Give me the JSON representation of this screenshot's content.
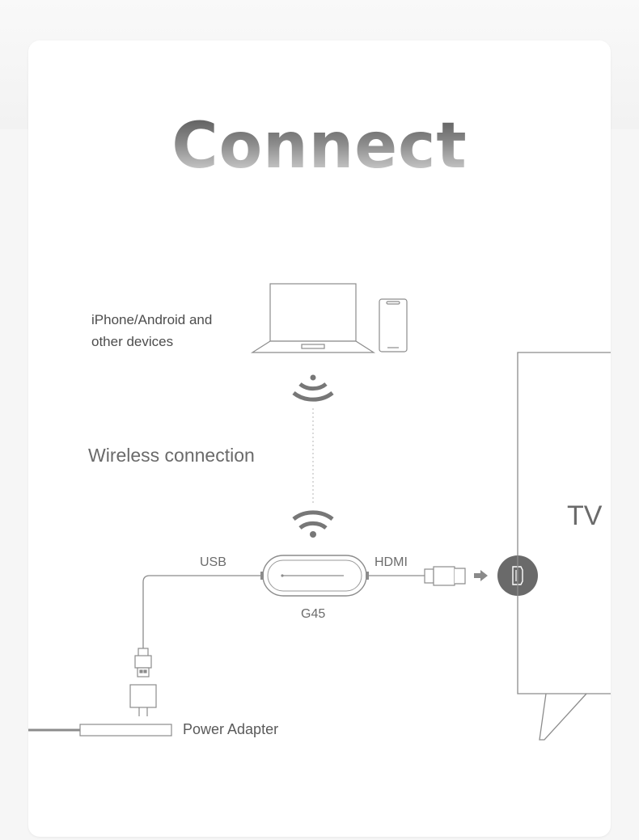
{
  "title": "Connect",
  "labels": {
    "devices_line1": "iPhone/Android and",
    "devices_line2": "other devices",
    "wireless": "Wireless connection",
    "usb": "USB",
    "hdmi": "HDMI",
    "device_model": "G45",
    "tv": "TV",
    "power_adapter": "Power Adapter"
  },
  "colors": {
    "line": "#8c8c8c",
    "icon_dark": "#777777",
    "hdmi_port_fill": "#6a6a6a"
  }
}
